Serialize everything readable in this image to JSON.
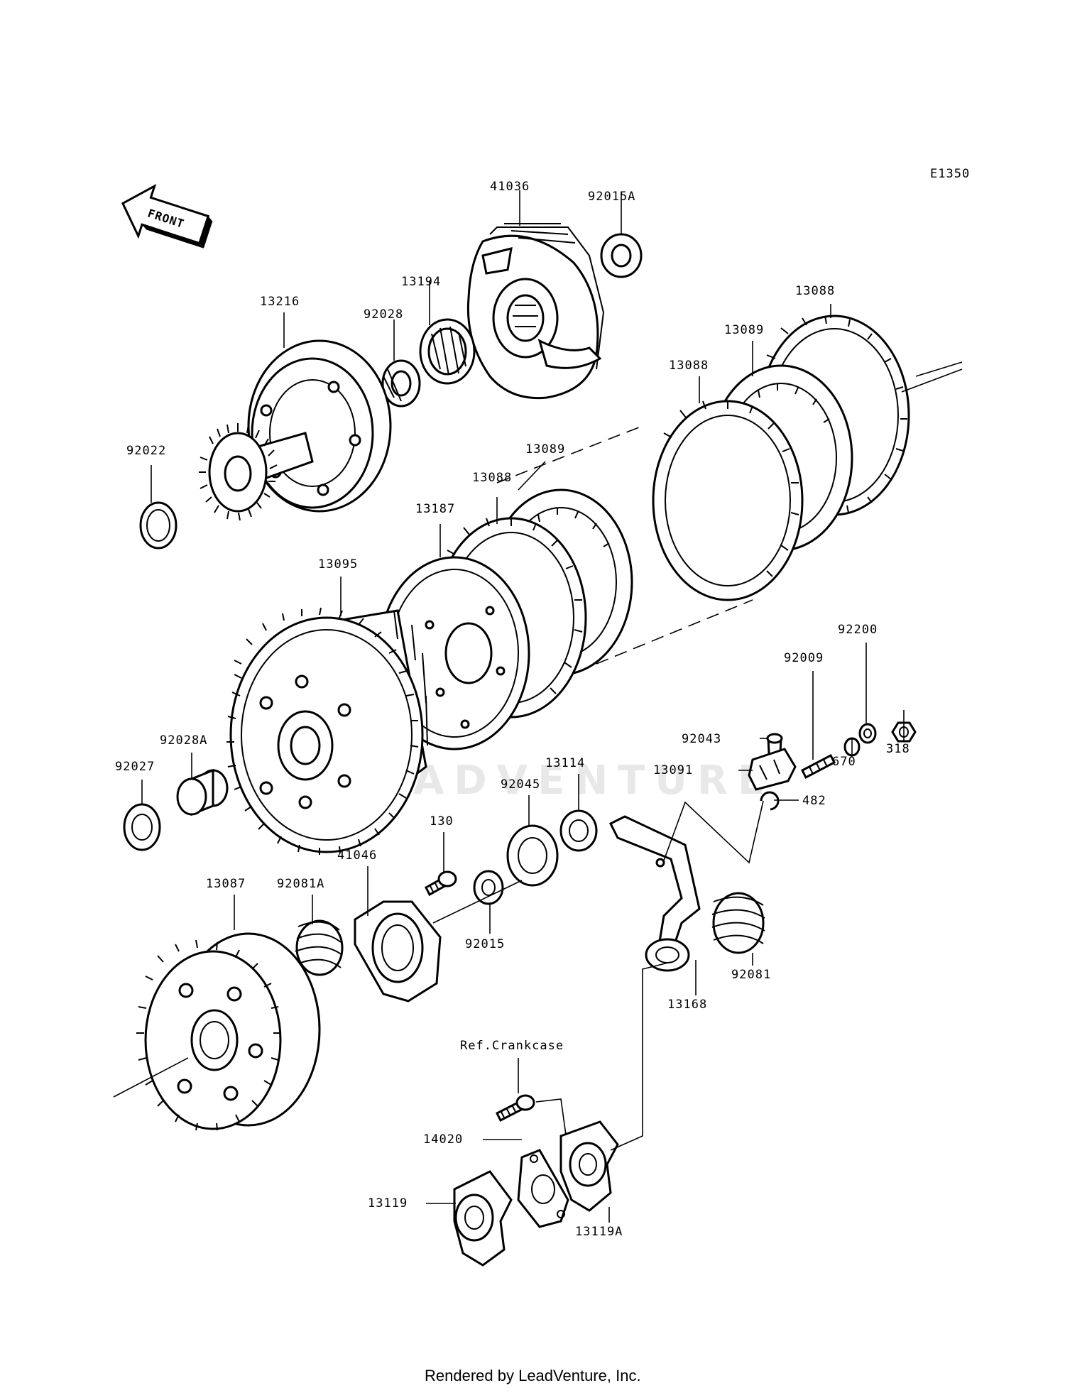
{
  "diagram_code": "E1350",
  "front_badge": "FRONT",
  "footer": "Rendered by LeadVenture, Inc.",
  "watermark": "LEADVENTURE",
  "labels": {
    "p41036": "41036",
    "p92015A": "92015A",
    "p13216": "13216",
    "p13194": "13194",
    "p92028": "92028",
    "p13088_top": "13088",
    "p13089_top": "13089",
    "p13088_mid": "13088",
    "p92022": "92022",
    "p13089_low": "13089",
    "p13088_low": "13088",
    "p13187": "13187",
    "p13095": "13095",
    "p92200": "92200",
    "p92009": "92009",
    "p92043": "92043",
    "p318": "318",
    "p13091": "13091",
    "p670": "670",
    "p92028A": "92028A",
    "p92027": "92027",
    "p13114": "13114",
    "p92045": "92045",
    "p482": "482",
    "p130": "130",
    "p41046": "41046",
    "p13087": "13087",
    "p92081A": "92081A",
    "p92015": "92015",
    "p92081": "92081",
    "p13168": "13168",
    "ref_crankcase": "Ref.Crankcase",
    "p14020": "14020",
    "p13119": "13119",
    "p13119A": "13119A"
  }
}
